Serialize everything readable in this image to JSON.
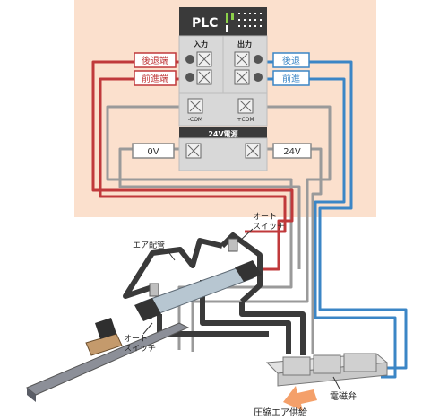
{
  "colors": {
    "panel_bg": "#fbe0cd",
    "plc_dark": "#3a3a3a",
    "module_gray": "#d8d8d8",
    "red_wire": "#c0393b",
    "blue_wire": "#3b86c6",
    "gray_wire": "#9a9a9a",
    "air_tube": "#3a3a3a",
    "arrow": "#f4a06a"
  },
  "plc": {
    "title": "PLC",
    "input_header": "入力",
    "output_header": "出力",
    "com_minus": "-COM",
    "com_plus": "+COM"
  },
  "power": {
    "title": "24V電源",
    "left_label": "0V",
    "right_label": "24V"
  },
  "signals": {
    "in1": "後退端",
    "in2": "前進端",
    "out1": "後退",
    "out2": "前進"
  },
  "callouts": {
    "air_pipe": "エア配管",
    "switch_top": "オート\nスイッチ",
    "switch_bottom": "オート\nスイッチ",
    "solenoid": "電磁弁",
    "air_supply": "圧縮エア供給"
  }
}
